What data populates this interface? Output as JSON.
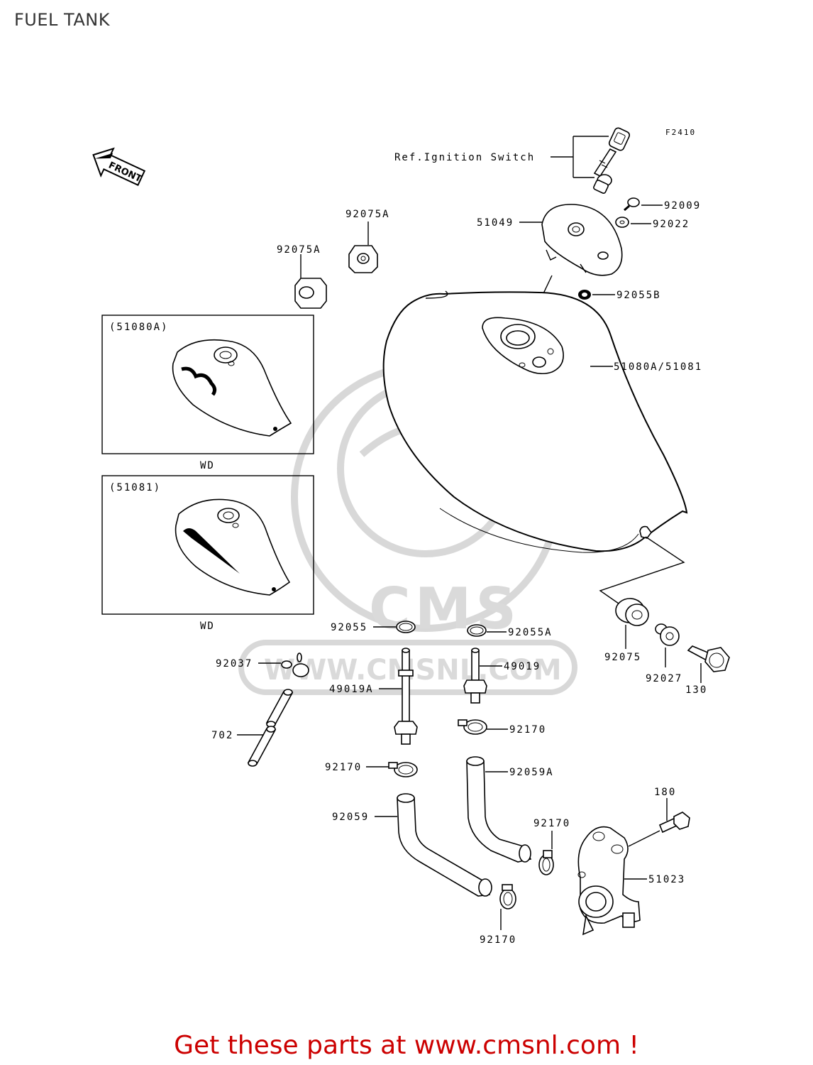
{
  "page": {
    "title": "FUEL TANK"
  },
  "diagram": {
    "figure_code": "F2410",
    "front_arrow_label": "FRONT",
    "watermark": {
      "logo": "CMS",
      "url": "WWW.CMSNL.COM"
    },
    "insets": [
      {
        "code": "(51080A)",
        "caption": "WD"
      },
      {
        "code": "(51081)",
        "caption": "WD"
      }
    ],
    "labels": {
      "ref_ignition": "Ref.Ignition Switch",
      "p92009": "92009",
      "p92022": "92022",
      "p51049": "51049",
      "p92075A_1": "92075A",
      "p92075A_2": "92075A",
      "p92055B": "92055B",
      "p51080A_51081": "51080A/51081",
      "p92075": "92075",
      "p92027": "92027",
      "p130": "130",
      "p92055": "92055",
      "p92055A": "92055A",
      "p92037": "92037",
      "p49019": "49019",
      "p49019A": "49019A",
      "p702": "702",
      "p92170_1": "92170",
      "p92170_2": "92170",
      "p92170_3": "92170",
      "p92170_4": "92170",
      "p92059A": "92059A",
      "p92059": "92059",
      "p180": "180",
      "p51023": "51023"
    }
  },
  "footer": {
    "link_text": "Get these parts at www.cmsnl.com !"
  },
  "colors": {
    "footer_link": "#cc0000",
    "watermark": "#d8d8d8",
    "line": "#000000"
  }
}
